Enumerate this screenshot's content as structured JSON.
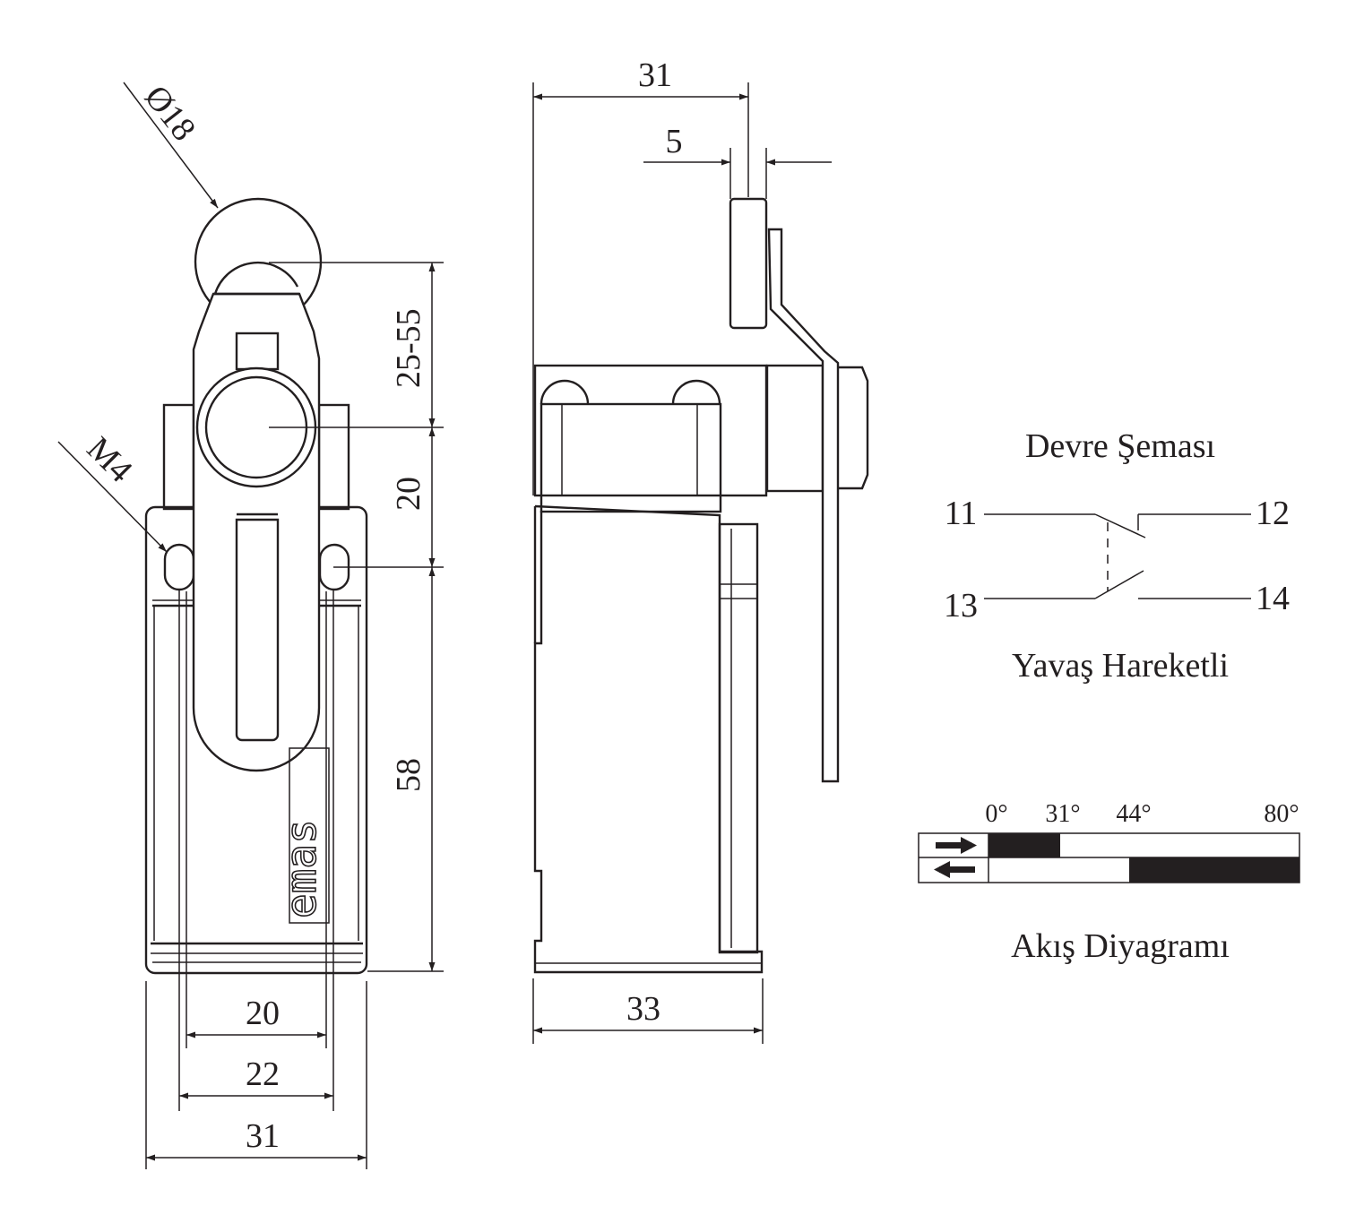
{
  "front_view": {
    "dim_roller_diameter": "Ø18",
    "dim_lever_length": "25-55",
    "dim_mount_spacing_v": "20",
    "dim_body_height": "58",
    "dim_mount_thread": "M4",
    "dim_hole_spacing": "20",
    "dim_inner_width": "22",
    "dim_body_width": "31",
    "logo_text": "emas"
  },
  "side_view": {
    "dim_overall_width": "31",
    "dim_roller_width": "5",
    "dim_body_depth": "33"
  },
  "circuit": {
    "title": "Devre Şeması",
    "terminal_11": "11",
    "terminal_12": "12",
    "terminal_13": "13",
    "terminal_14": "14",
    "action_type": "Yavaş Hareketli"
  },
  "flow_diagram": {
    "title": "Akış Diyagramı",
    "angles": [
      "0°",
      "31°",
      "44°",
      "80°"
    ],
    "fill_color": "#231f20",
    "rows": [
      {
        "direction": "forward",
        "filled_from": 0,
        "filled_to": 31
      },
      {
        "direction": "return",
        "filled_from": 44,
        "filled_to": 80
      }
    ]
  }
}
